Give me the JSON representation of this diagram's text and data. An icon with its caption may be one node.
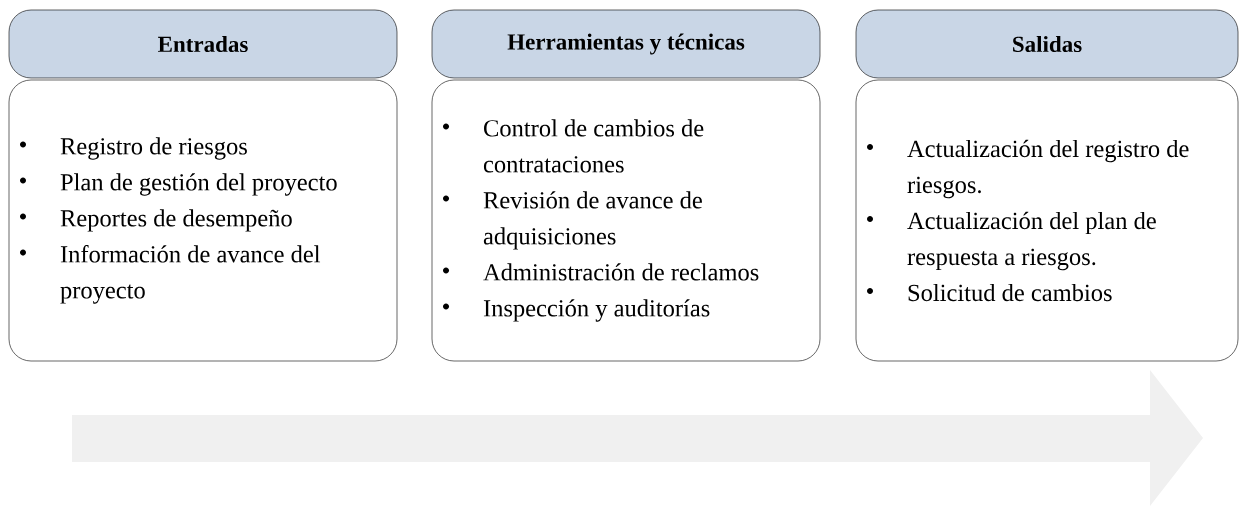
{
  "diagram": {
    "nodes": [
      {
        "text": [
          "Entradas"
        ]
      },
      {
        "text": [
          "Registro de riesgos",
          "Plan de gestión del proyecto",
          "Reportes de desempeño",
          "Información de avance del proyecto"
        ]
      },
      {
        "text": [
          "Herramientas y técnicas"
        ]
      },
      {
        "text": [
          "Control de cambios de contrataciones",
          "Revisión de avance de adquisiciones",
          "Administración de reclamos",
          "Inspección y auditorías"
        ]
      },
      {
        "text": [
          "Salidas"
        ]
      },
      {
        "text": [
          "Actualización del registro de riesgos.",
          "Actualización del plan de respuesta a riesgos.",
          "Solicitud de cambios"
        ]
      }
    ]
  }
}
